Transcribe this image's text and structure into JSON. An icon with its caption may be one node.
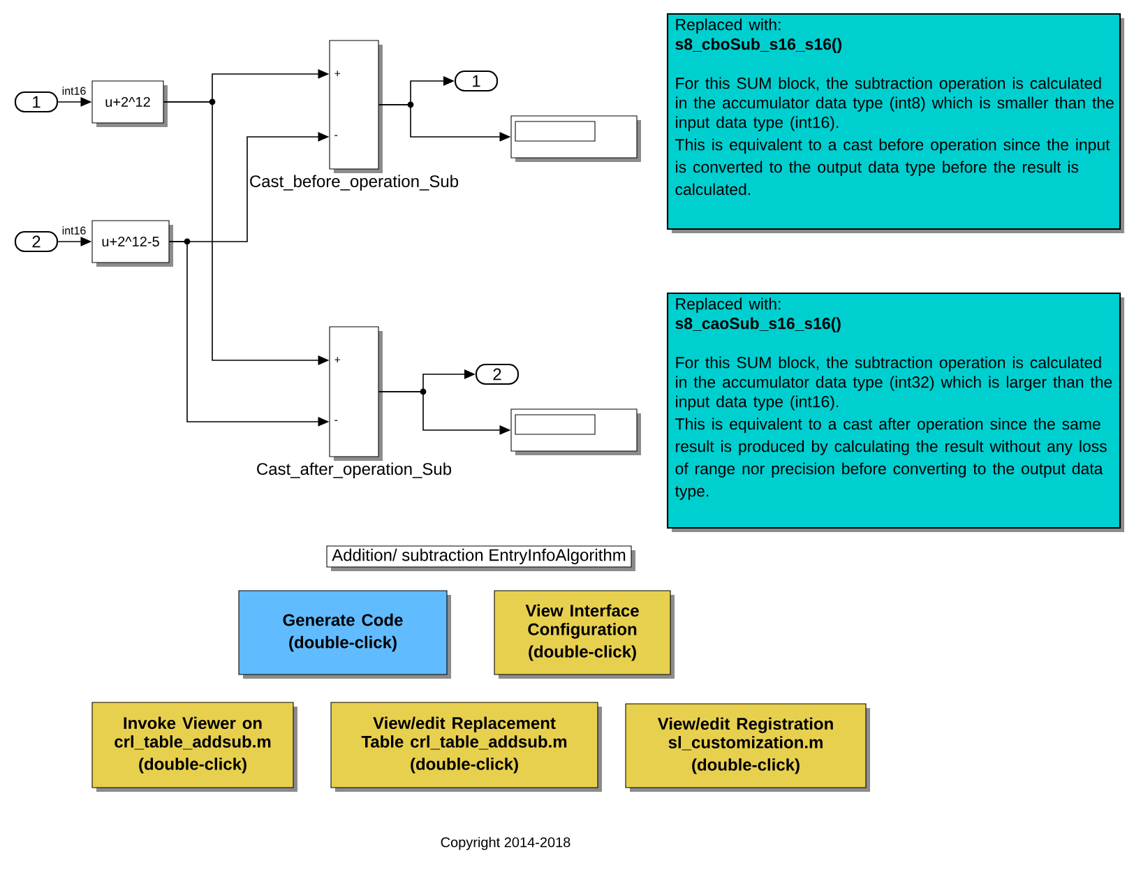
{
  "diagram": {
    "nodes": [
      {
        "text": [
          "1"
        ]
      },
      {
        "text": [
          "2"
        ]
      },
      {
        "text": [
          "u+2^12"
        ]
      },
      {
        "text": [
          "u+2^12-5"
        ]
      },
      {
        "text": [
          "+",
          "-",
          "Cast_before_operation_Sub"
        ]
      },
      {
        "text": [
          "1"
        ]
      },
      {
        "text": [],
        "shape": "box"
      },
      {
        "text": [
          "+",
          "-",
          "Cast_after_operation_Sub"
        ]
      },
      {
        "text": [
          "2"
        ]
      },
      {
        "text": [],
        "shape": "box"
      },
      {
        "text": [
          "Replaced with:",
          "s8_cboSub_s16_s16()",
          "For this SUM block, the subtraction operation is calculated in the accumulator data type (int8) which is smaller than the input data type (int16).",
          "This is equivalent to a cast before operation since the input is converted to the output data type before the result is calculated."
        ]
      },
      {
        "text": [
          "Replaced with:",
          "s8_caoSub_s16_s16()",
          "For this SUM block, the subtraction operation is calculated in the accumulator data type (int32) which is larger than the input data type (int16).",
          "This is equivalent to a cast after operation since the same result is produced by calculating the result without any loss of range nor precision before converting to the output data type."
        ]
      },
      {
        "text": [
          "Addition/ subtraction EntryInfoAlgorithm"
        ]
      },
      {
        "text": [
          "Generate Code",
          "(double-click)"
        ]
      },
      {
        "text": [
          "View Interface Configuration",
          "(double-click)"
        ]
      },
      {
        "text": [
          "Invoke Viewer on crl_table_addsub.m",
          "(double-click)"
        ]
      },
      {
        "text": [
          "View/edit Replacement Table crl_table_addsub.m",
          "(double-click)"
        ]
      },
      {
        "text": [
          "View/edit Registration sl_customization.m",
          "(double-click)"
        ]
      }
    ],
    "edges": [
      {
        "from": 0,
        "to": 2,
        "arrow": "to",
        "label": "int16"
      },
      {
        "from": 1,
        "to": 3,
        "arrow": "to",
        "label": "int16"
      },
      {
        "from": 2,
        "to": 4,
        "arrow": "to"
      },
      {
        "from": 3,
        "to": 4,
        "arrow": "to"
      },
      {
        "from": 2,
        "to": 7,
        "arrow": "to"
      },
      {
        "from": 3,
        "to": 7,
        "arrow": "to"
      },
      {
        "from": 4,
        "to": 5,
        "arrow": "to"
      },
      {
        "from": 4,
        "to": 6,
        "arrow": "to"
      },
      {
        "from": 7,
        "to": 8,
        "arrow": "to"
      },
      {
        "from": 7,
        "to": 9,
        "arrow": "to"
      }
    ],
    "labels": [
      "Copyright 2014-2018"
    ]
  }
}
